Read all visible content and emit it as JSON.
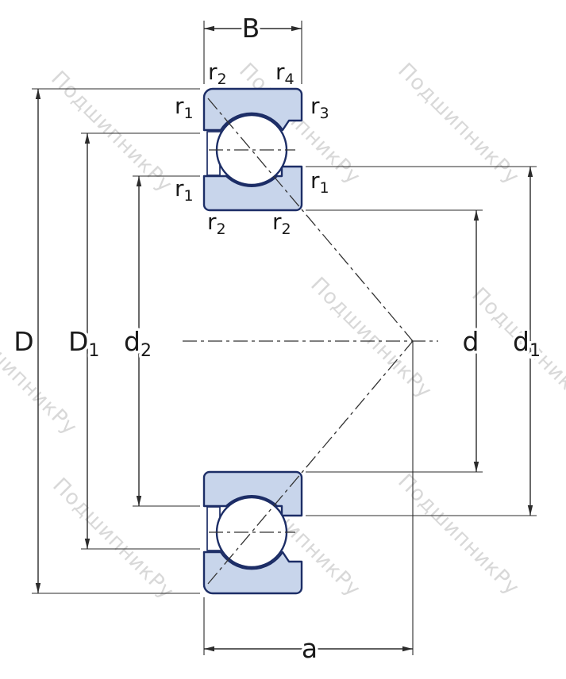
{
  "watermark": {
    "text": "ПодшипникРу"
  },
  "colors": {
    "ring_fill": "#c8d5eb",
    "ring_outline": "#1c2d66",
    "line": "#2b2b2b",
    "watermark": "#cccccc"
  },
  "labels": {
    "B": {
      "main": "B",
      "sub": ""
    },
    "D": {
      "main": "D",
      "sub": ""
    },
    "D1": {
      "main": "D",
      "sub": "1"
    },
    "d2": {
      "main": "d",
      "sub": "2"
    },
    "d": {
      "main": "d",
      "sub": ""
    },
    "d1": {
      "main": "d",
      "sub": "1"
    },
    "a": {
      "main": "a",
      "sub": ""
    },
    "r1": {
      "main": "r",
      "sub": "1"
    },
    "r2": {
      "main": "r",
      "sub": "2"
    },
    "r3": {
      "main": "r",
      "sub": "3"
    },
    "r4": {
      "main": "r",
      "sub": "4"
    }
  }
}
